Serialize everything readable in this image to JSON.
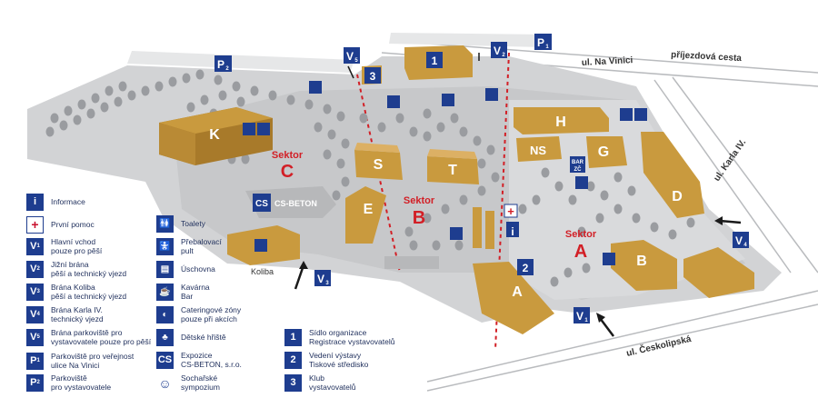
{
  "streets": {
    "na_vinici": "ul. Na Vinici",
    "prijezdova": "příjezdová cesta",
    "karla_iv": "ul. Karla IV.",
    "ceskolipska": "ul. Českolipská"
  },
  "sectors": [
    {
      "word": "Sektor",
      "letter": "A"
    },
    {
      "word": "Sektor",
      "letter": "B"
    },
    {
      "word": "Sektor",
      "letter": "C"
    }
  ],
  "buildings": {
    "A": "A",
    "B": "B",
    "D": "D",
    "E": "E",
    "G": "G",
    "H": "H",
    "K": "K",
    "S": "S",
    "T": "T",
    "NS": "NS",
    "bar_zc_line1": "BAR",
    "bar_zc_line2": "ZČ",
    "cs_beton_short": "CS",
    "cs_beton_label": "CS-BETON",
    "koliba": "Koliba"
  },
  "map_badges": {
    "p1_letter": "P",
    "p1_sub": "1",
    "p2_letter": "P",
    "p2_sub": "2",
    "v1_letter": "V",
    "v1_sub": "1",
    "v2_letter": "V",
    "v2_sub": "2",
    "v3_letter": "V",
    "v3_sub": "3",
    "v4_letter": "V",
    "v4_sub": "4",
    "v5_letter": "V",
    "v5_sub": "5",
    "num1": "1",
    "num2": "2",
    "num3": "3"
  },
  "legend": [
    {
      "icon": "i",
      "sub": "",
      "lines": [
        "Informace"
      ]
    },
    {
      "icon": "+",
      "sub": "",
      "lines": [
        "První pomoc"
      ]
    },
    {
      "icon": "V",
      "sub": "1",
      "lines": [
        "Hlavní vchod",
        "pouze pro pěší"
      ]
    },
    {
      "icon": "V",
      "sub": "2",
      "lines": [
        "Jižní brána",
        "pěší a technický vjezd"
      ]
    },
    {
      "icon": "V",
      "sub": "3",
      "lines": [
        "Brána Koliba",
        "pěší a technický vjezd"
      ]
    },
    {
      "icon": "V",
      "sub": "4",
      "lines": [
        "Brána Karla IV.",
        "technický vjezd"
      ]
    },
    {
      "icon": "V",
      "sub": "5",
      "lines": [
        "Brána parkoviště pro",
        "vystavovatele pouze pro pěší"
      ]
    },
    {
      "icon": "P",
      "sub": "1",
      "lines": [
        "Parkoviště pro veřejnost",
        "ulice Na Vinici"
      ]
    },
    {
      "icon": "P",
      "sub": "2",
      "lines": [
        "Parkoviště",
        "pro vystavovatele"
      ]
    },
    {
      "icon": "toilet-icon",
      "sub": "",
      "lines": [
        "Toalety"
      ]
    },
    {
      "icon": "changing-table-icon",
      "sub": "",
      "lines": [
        "Přebalovací",
        "pult"
      ]
    },
    {
      "icon": "cloakroom-icon",
      "sub": "",
      "lines": [
        "Úschovna"
      ]
    },
    {
      "icon": "cafe-icon",
      "sub": "",
      "lines": [
        "Kavárna",
        "Bar"
      ]
    },
    {
      "icon": "catering-icon",
      "sub": "",
      "lines": [
        "Cateringové zóny",
        "pouze při akcích"
      ]
    },
    {
      "icon": "playground-icon",
      "sub": "",
      "lines": [
        "Dětské hřiště"
      ]
    },
    {
      "icon": "CS",
      "sub": "",
      "lines": [
        "Expozice",
        "CS-BETON, s.r.o."
      ]
    },
    {
      "icon": "sculpture-icon",
      "sub": "",
      "lines": [
        "Sochařské",
        "sympozium"
      ]
    },
    {
      "icon": "1",
      "sub": "",
      "lines": [
        "Sídlo organizace",
        "Registrace vystavovatelů"
      ]
    },
    {
      "icon": "2",
      "sub": "",
      "lines": [
        "Vedení výstavy",
        "Tiskové středisko"
      ]
    },
    {
      "icon": "3",
      "sub": "",
      "lines": [
        "Klub",
        "vystavovatelů"
      ]
    }
  ],
  "colors": {
    "building": "#c99a3e",
    "building_dark": "#a87a2a",
    "ground": "#d2d3d5",
    "ground_light": "#e6e7e8",
    "tree": "#9a9ca0",
    "icon_blue": "#1e3d8f",
    "sector_red": "#d21f26",
    "road_line": "#9ea0a3"
  }
}
